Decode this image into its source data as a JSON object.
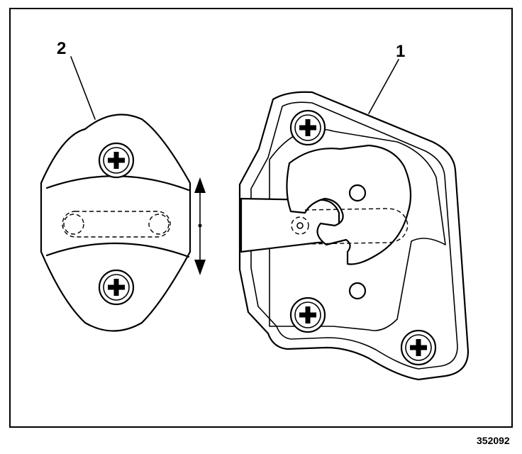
{
  "callouts": [
    {
      "label": "1",
      "target": "latch-assembly"
    },
    {
      "label": "2",
      "target": "striker-plate"
    }
  ],
  "figure_number": "352092",
  "icons": {
    "screw": "phillips-screw-icon",
    "arrow": "double-arrow-icon"
  },
  "colors": {
    "ink": "#000000",
    "paper": "#ffffff"
  }
}
